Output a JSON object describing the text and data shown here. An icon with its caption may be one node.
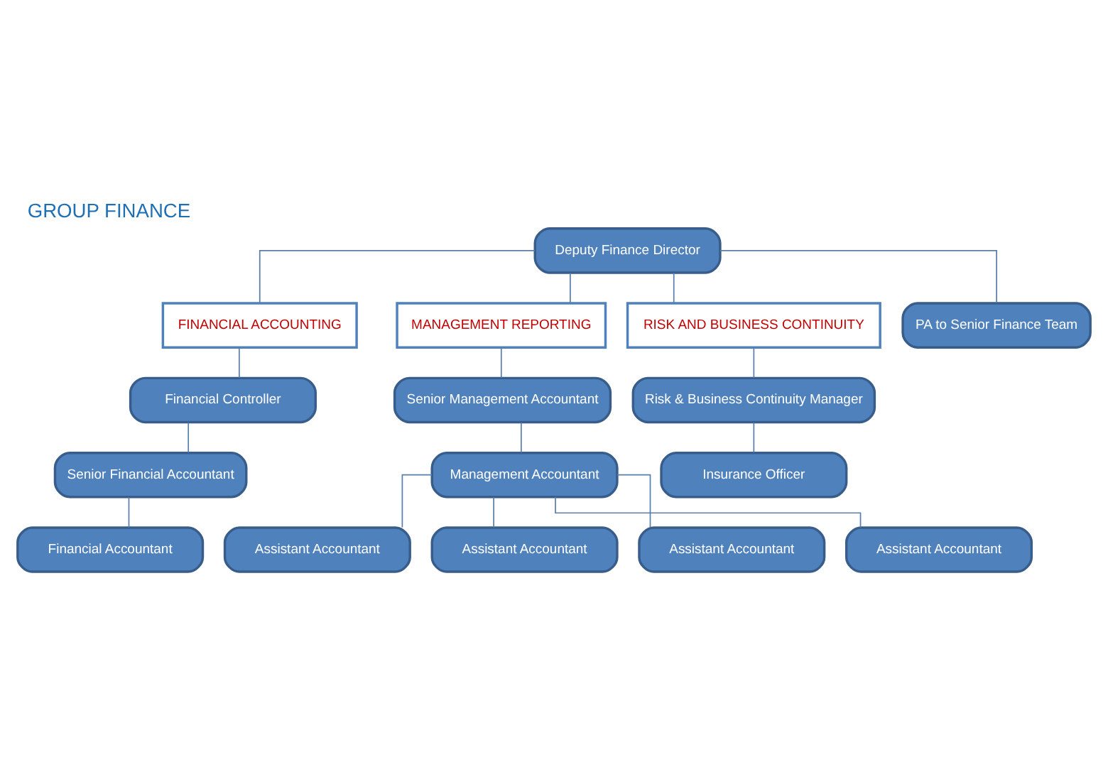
{
  "diagram": {
    "title": "GROUP FINANCE",
    "nodes": [
      {
        "text": [
          "Deputy Finance Director"
        ]
      },
      {
        "text": [
          "FINANCIAL ACCOUNTING"
        ]
      },
      {
        "text": [
          "MANAGEMENT REPORTING"
        ]
      },
      {
        "text": [
          "RISK AND BUSINESS CONTINUITY"
        ]
      },
      {
        "text": [
          "Financial Controller"
        ]
      },
      {
        "text": [
          "Senior Management Accountant"
        ]
      },
      {
        "text": [
          "Risk & Business Continuity Manager"
        ]
      },
      {
        "text": [
          "Senior Financial Accountant"
        ]
      },
      {
        "text": [
          "Management Accountant"
        ]
      },
      {
        "text": [
          "Insurance Officer"
        ]
      },
      {
        "text": [
          "Financial Accountant"
        ]
      },
      {
        "text": [
          "Assistant Accountant"
        ]
      },
      {
        "text": [
          "Assistant Accountant"
        ]
      },
      {
        "text": [
          "Assistant Accountant"
        ]
      },
      {
        "text": [
          "Assistant Accountant"
        ]
      },
      {
        "text": [
          "PA to Senior Finance Team"
        ]
      }
    ],
    "edges": [
      {
        "from": 0,
        "to": 1,
        "arrow": "none"
      },
      {
        "from": 0,
        "to": 2,
        "arrow": "none"
      },
      {
        "from": 0,
        "to": 3,
        "arrow": "none"
      },
      {
        "from": 0,
        "to": 15,
        "arrow": "none"
      },
      {
        "from": 1,
        "to": 4,
        "arrow": "none"
      },
      {
        "from": 4,
        "to": 7,
        "arrow": "none"
      },
      {
        "from": 7,
        "to": 10,
        "arrow": "none"
      },
      {
        "from": 2,
        "to": 5,
        "arrow": "none"
      },
      {
        "from": 5,
        "to": 8,
        "arrow": "none"
      },
      {
        "from": 8,
        "to": 11,
        "arrow": "none"
      },
      {
        "from": 8,
        "to": 12,
        "arrow": "none"
      },
      {
        "from": 8,
        "to": 13,
        "arrow": "none"
      },
      {
        "from": 8,
        "to": 14,
        "arrow": "none"
      },
      {
        "from": 3,
        "to": 6,
        "arrow": "none"
      },
      {
        "from": 6,
        "to": 9,
        "arrow": "none"
      }
    ]
  }
}
